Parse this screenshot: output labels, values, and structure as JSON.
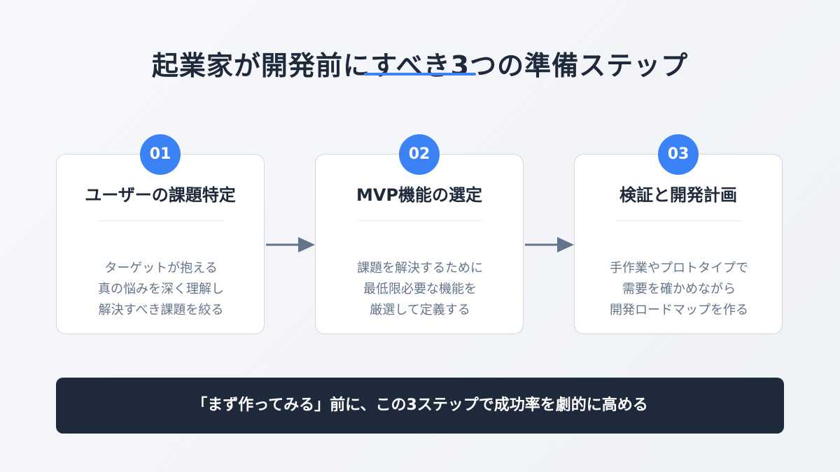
{
  "page": {
    "title": "起業家が開発前にすべき3つの準備ステップ"
  },
  "steps": [
    {
      "number": "01",
      "title": "ユーザーの課題特定",
      "description": [
        "ターゲットが抱える",
        "真の悩みを深く理解し",
        "解決すべき課題を絞る"
      ]
    },
    {
      "number": "02",
      "title": "MVP機能の選定",
      "description": [
        "課題を解決するために",
        "最低限必要な機能を",
        "厳選して定義する"
      ]
    },
    {
      "number": "03",
      "title": "検証と開発計画",
      "description": [
        "手作業やプロトタイプで",
        "需要を確かめながら",
        "開発ロードマップを作る"
      ]
    }
  ],
  "footer": {
    "message": "「まず作ってみる」前に、この3ステップで成功率を劇的に高める"
  },
  "colors": {
    "accent": "#3b82f6",
    "dark": "#1e293b",
    "text_muted": "#64748b",
    "arrow": "#64748b"
  },
  "icons": {
    "connector": "arrow-right-icon"
  }
}
